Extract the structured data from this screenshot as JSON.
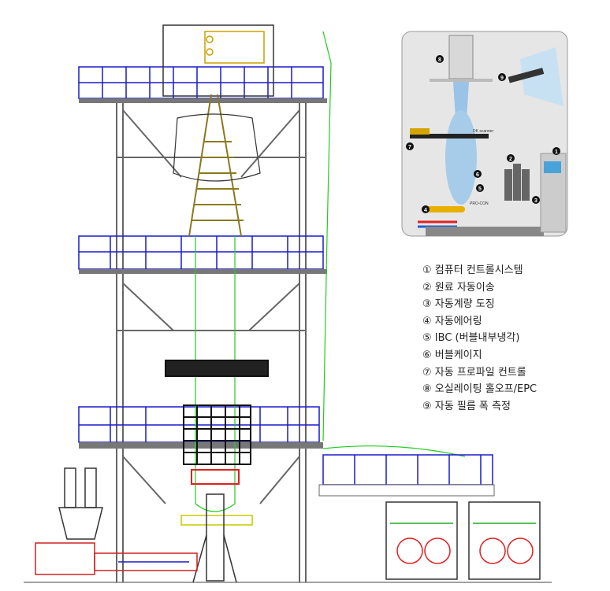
{
  "legend": [
    {
      "marker": "①",
      "text": "컴퓨터 컨트롤시스템"
    },
    {
      "marker": "②",
      "text": "원료 자동이송"
    },
    {
      "marker": "③",
      "text": "자동계량 도징"
    },
    {
      "marker": "④",
      "text": "자동에어링"
    },
    {
      "marker": "⑤",
      "text": "IBC (버블내부냉각)"
    },
    {
      "marker": "⑥",
      "text": "버블케이지"
    },
    {
      "marker": "⑦",
      "text": "자동 프로파일 컨트롤"
    },
    {
      "marker": "⑧",
      "text": "오실레이팅 홀오프/EPC"
    },
    {
      "marker": "⑨",
      "text": "자동 필름 폭 측정"
    }
  ],
  "inset": {
    "scanner_label": "DK scanner",
    "airring_label": "PRO-CON",
    "markers": [
      "1",
      "2",
      "3",
      "4",
      "5",
      "6",
      "7",
      "8",
      "9"
    ]
  },
  "colors": {
    "platform": "#1a1acc",
    "frame": "#555555",
    "film": "#22cc22",
    "inset_bg": "#e6e6e6"
  }
}
